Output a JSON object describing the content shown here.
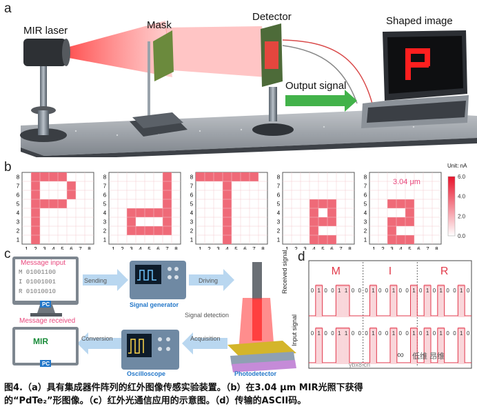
{
  "panel_labels": {
    "a": "a",
    "b": "b",
    "c": "c",
    "d": "d"
  },
  "panel_a": {
    "mir_laser": "MIR laser",
    "mask": "Mask",
    "detector": "Detector",
    "shaped_image": "Shaped image",
    "output_signal": "Output signal"
  },
  "panel_b": {
    "unit_label": "Unit: nA",
    "wavelength_label": "3.04 μm",
    "colorbar_ticks": [
      "6.0",
      "4.0",
      "2.0",
      "0.0"
    ],
    "axis_ticks": [
      "1",
      "2",
      "3",
      "4",
      "5",
      "6",
      "7",
      "8"
    ]
  },
  "panel_c": {
    "message_input": "Message input",
    "message_lines": [
      "M 01001100",
      "I 01001001",
      "R 01010010"
    ],
    "pc_label": "PC",
    "sending": "Sending",
    "signal_generator": "Signal generator",
    "driving": "Driving",
    "signal_detection": "Signal detection",
    "message_received": "Message received",
    "received_text": "MIR",
    "conversion": "Conversion",
    "oscilloscope": "Oscilloscope",
    "acquisition": "Acquisition",
    "photodetector": "Photodetector"
  },
  "panel_d": {
    "letters": [
      "M",
      "I",
      "R"
    ],
    "received_label": "Received signal",
    "input_label": "Input signal",
    "bits": [
      "0",
      "1",
      "0",
      "0",
      "1",
      "1",
      "0",
      "0",
      "0",
      "1",
      "0",
      "0",
      "1",
      "0",
      "0",
      "1",
      "0",
      "1",
      "0",
      "1",
      "0",
      "0",
      "1",
      "0"
    ]
  },
  "watermark": {
    "icon_text": "∞",
    "name": "低维 昂维",
    "site": "ybx8.cn"
  },
  "caption": {
    "line1": "图4.（a）具有集成器件阵列的红外图像传感实验装置。（b）在3.04 μm MIR光照下获得",
    "line2": "的“PdTe₂”形图像。（c）红外光通信应用的示意图。（d）传输的ASCII码。"
  },
  "chart_data": [
    {
      "type": "heatmap",
      "title": "P",
      "x": [
        1,
        2,
        3,
        4,
        5,
        6,
        7,
        8
      ],
      "y": [
        1,
        2,
        3,
        4,
        5,
        6,
        7,
        8
      ],
      "on_cells_xy": [
        [
          2,
          8
        ],
        [
          3,
          8
        ],
        [
          4,
          8
        ],
        [
          5,
          8
        ],
        [
          2,
          7
        ],
        [
          6,
          7
        ],
        [
          2,
          6
        ],
        [
          6,
          6
        ],
        [
          2,
          5
        ],
        [
          3,
          5
        ],
        [
          4,
          5
        ],
        [
          5,
          5
        ],
        [
          2,
          4
        ],
        [
          2,
          3
        ],
        [
          2,
          2
        ],
        [
          2,
          1
        ]
      ]
    },
    {
      "type": "heatmap",
      "title": "d",
      "x": [
        1,
        2,
        3,
        4,
        5,
        6,
        7,
        8
      ],
      "y": [
        1,
        2,
        3,
        4,
        5,
        6,
        7,
        8
      ],
      "on_cells_xy": [
        [
          7,
          6
        ],
        [
          7,
          5
        ],
        [
          3,
          4
        ],
        [
          4,
          4
        ],
        [
          5,
          4
        ],
        [
          6,
          4
        ],
        [
          7,
          4
        ],
        [
          3,
          3
        ],
        [
          7,
          3
        ],
        [
          3,
          2
        ],
        [
          4,
          2
        ],
        [
          5,
          2
        ],
        [
          6,
          2
        ],
        [
          7,
          2
        ],
        [
          7,
          7
        ],
        [
          7,
          8
        ]
      ]
    },
    {
      "type": "heatmap",
      "title": "T",
      "x": [
        1,
        2,
        3,
        4,
        5,
        6,
        7,
        8
      ],
      "y": [
        1,
        2,
        3,
        4,
        5,
        6,
        7,
        8
      ],
      "on_cells_xy": [
        [
          1,
          8
        ],
        [
          2,
          8
        ],
        [
          3,
          8
        ],
        [
          4,
          8
        ],
        [
          5,
          8
        ],
        [
          6,
          8
        ],
        [
          7,
          8
        ],
        [
          4,
          7
        ],
        [
          4,
          6
        ],
        [
          4,
          5
        ],
        [
          4,
          4
        ],
        [
          4,
          3
        ],
        [
          4,
          2
        ],
        [
          4,
          1
        ]
      ]
    },
    {
      "type": "heatmap",
      "title": "e",
      "x": [
        1,
        2,
        3,
        4,
        5,
        6,
        7,
        8
      ],
      "y": [
        1,
        2,
        3,
        4,
        5,
        6,
        7,
        8
      ],
      "on_cells_xy": [
        [
          4,
          5
        ],
        [
          5,
          5
        ],
        [
          6,
          5
        ],
        [
          4,
          4
        ],
        [
          6,
          4
        ],
        [
          4,
          3
        ],
        [
          5,
          3
        ],
        [
          6,
          3
        ],
        [
          4,
          2
        ],
        [
          4,
          1
        ],
        [
          5,
          1
        ],
        [
          6,
          1
        ]
      ]
    },
    {
      "type": "heatmap",
      "title": "2",
      "x": [
        1,
        2,
        3,
        4,
        5,
        6,
        7,
        8
      ],
      "y": [
        1,
        2,
        3,
        4,
        5,
        6,
        7,
        8
      ],
      "on_cells_xy": [
        [
          3,
          5
        ],
        [
          4,
          5
        ],
        [
          5,
          5
        ],
        [
          5,
          4
        ],
        [
          3,
          3
        ],
        [
          4,
          3
        ],
        [
          5,
          3
        ],
        [
          3,
          2
        ],
        [
          3,
          1
        ],
        [
          4,
          1
        ],
        [
          5,
          1
        ]
      ],
      "colorbar": {
        "label": "Unit: nA",
        "range": [
          0.0,
          6.0
        ],
        "ticks": [
          0.0,
          2.0,
          4.0,
          6.0
        ]
      }
    }
  ]
}
